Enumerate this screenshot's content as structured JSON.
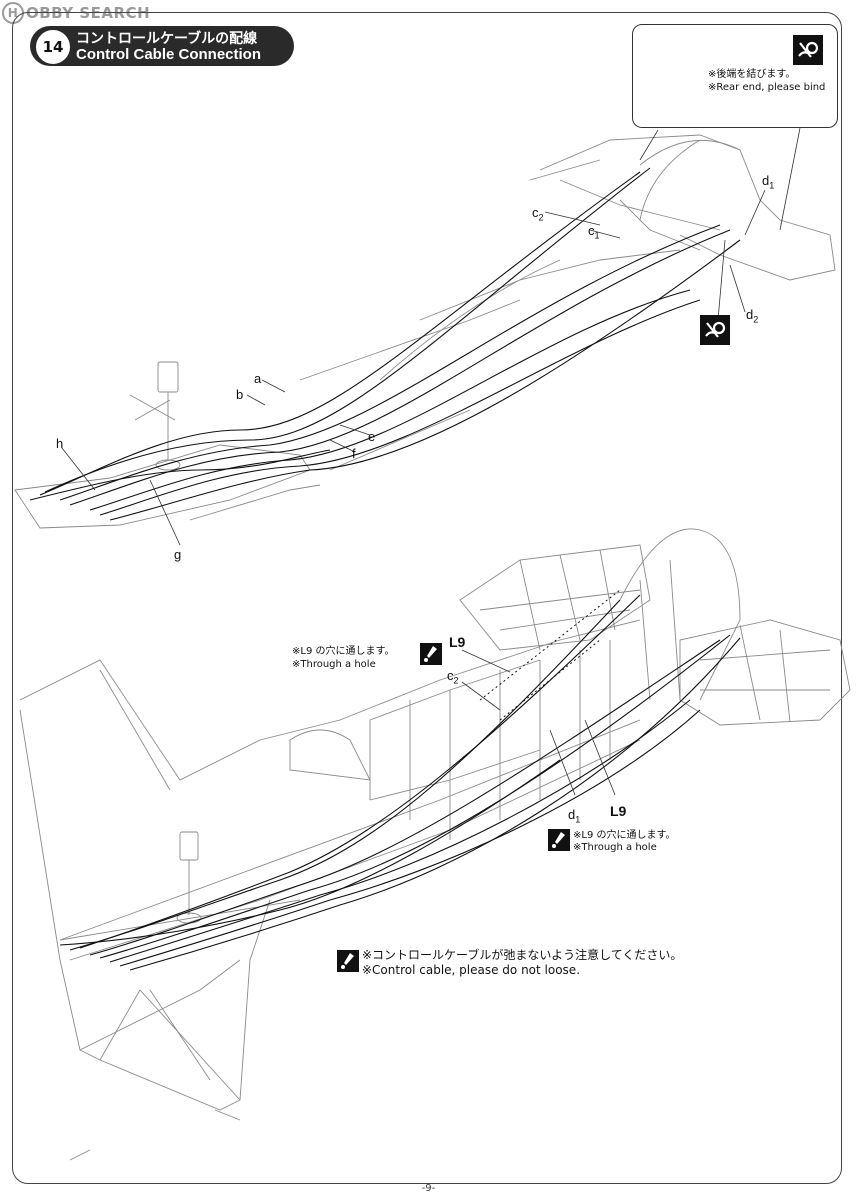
{
  "watermark": {
    "letter": "H",
    "text": "OBBY SEARCH"
  },
  "step": {
    "number": "14",
    "title_jp": "コントロールケーブルの配線",
    "title_en": "Control Cable Connection"
  },
  "callout": {
    "note_jp": "※後端を結びます。",
    "note_en": "※Rear end, please bind"
  },
  "parts": {
    "a": "a",
    "b": "b",
    "e": "e",
    "f": "f",
    "g": "g",
    "h": "h",
    "c1_letter": "c",
    "c1_sub": "1",
    "c2_letter": "c",
    "c2_sub": "2",
    "d1_letter": "d",
    "d1_sub": "1",
    "d2_letter": "d",
    "d2_sub": "2",
    "lower_c2_letter": "c",
    "lower_c2_sub": "2",
    "lower_d1_letter": "d",
    "lower_d1_sub": "1"
  },
  "notes": {
    "l9_top_label": "L9",
    "l9_top_jp": "※L9 の穴に通します。",
    "l9_top_en": "※Through a hole",
    "l9_bottom_label": "L9",
    "l9_bottom_jp": "※L9 の穴に通します。",
    "l9_bottom_en": "※Through a hole",
    "cable_jp": "※コントロールケーブルが弛まないよう注意してください。",
    "cable_en": "※Control cable, please do not loose."
  },
  "page": {
    "number": "-9-"
  },
  "icons": [
    "bind-icon",
    "note-icon"
  ]
}
